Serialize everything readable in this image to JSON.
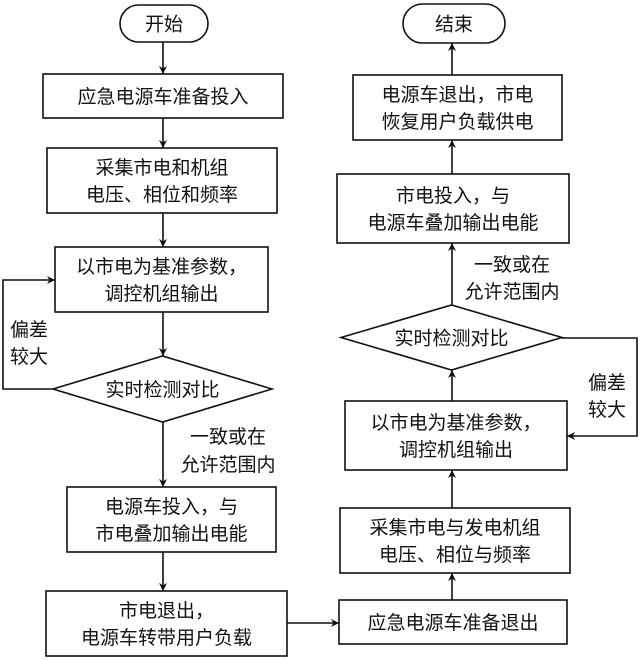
{
  "diagram": {
    "type": "flowchart",
    "nodes": [
      {
        "id": "start",
        "kind": "terminal",
        "lines": [
          "开始"
        ]
      },
      {
        "id": "l1",
        "kind": "process",
        "lines": [
          "应急电源车准备投入"
        ]
      },
      {
        "id": "l2",
        "kind": "process",
        "lines": [
          "采集市电和机组",
          "电压、相位和频率"
        ]
      },
      {
        "id": "l3",
        "kind": "process",
        "lines": [
          "以市电为基准参数，",
          "调控机组输出"
        ]
      },
      {
        "id": "l4",
        "kind": "decision",
        "lines": [
          "实时检测对比"
        ]
      },
      {
        "id": "l5",
        "kind": "process",
        "lines": [
          "电源车投入，与",
          "市电叠加输出电能"
        ]
      },
      {
        "id": "l6",
        "kind": "process",
        "lines": [
          "市电退出，",
          "电源车转带用户负载"
        ]
      },
      {
        "id": "r1",
        "kind": "process",
        "lines": [
          "应急电源车准备退出"
        ]
      },
      {
        "id": "r2",
        "kind": "process",
        "lines": [
          "采集市电与发电机组",
          "电压、相位与频率"
        ]
      },
      {
        "id": "r3",
        "kind": "process",
        "lines": [
          "以市电为基准参数，",
          "调控机组输出"
        ]
      },
      {
        "id": "r4",
        "kind": "decision",
        "lines": [
          "实时检测对比"
        ]
      },
      {
        "id": "r5",
        "kind": "process",
        "lines": [
          "市电投入，与",
          "电源车叠加输出电能"
        ]
      },
      {
        "id": "r6",
        "kind": "process",
        "lines": [
          "电源车退出，市电",
          "恢复用户负载供电"
        ]
      },
      {
        "id": "end",
        "kind": "terminal",
        "lines": [
          "结束"
        ]
      }
    ],
    "edges": [
      {
        "from": "start",
        "to": "l1"
      },
      {
        "from": "l1",
        "to": "l2"
      },
      {
        "from": "l2",
        "to": "l3"
      },
      {
        "from": "l3",
        "to": "l4"
      },
      {
        "from": "l4",
        "to": "l5",
        "label": [
          "一致或在",
          "允许范围内"
        ]
      },
      {
        "from": "l4",
        "to": "l3",
        "label": [
          "偏差",
          "较大"
        ]
      },
      {
        "from": "l5",
        "to": "l6"
      },
      {
        "from": "l6",
        "to": "r1"
      },
      {
        "from": "r1",
        "to": "r2"
      },
      {
        "from": "r2",
        "to": "r3"
      },
      {
        "from": "r3",
        "to": "r4"
      },
      {
        "from": "r4",
        "to": "r5",
        "label": [
          "一致或在",
          "允许范围内"
        ]
      },
      {
        "from": "r4",
        "to": "r3",
        "label": [
          "偏差",
          "较大"
        ]
      },
      {
        "from": "r5",
        "to": "r6"
      },
      {
        "from": "r6",
        "to": "end"
      }
    ]
  }
}
